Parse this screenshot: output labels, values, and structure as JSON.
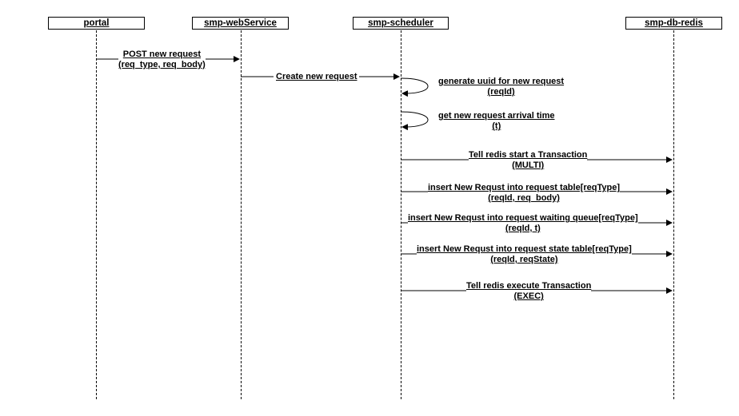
{
  "participants": {
    "portal": "portal",
    "web": "smp-webService",
    "scheduler": "smp-scheduler",
    "redis": "smp-db-redis"
  },
  "messages": {
    "post_request": {
      "line1": "POST new request",
      "line2": "(req_type, req_body)"
    },
    "create_request": {
      "line1": "Create new request"
    },
    "gen_uuid": {
      "line1": "generate uuid for new request",
      "line2": "(reqId)"
    },
    "arrival_time": {
      "line1": "get new request arrival time",
      "line2": "(t)"
    },
    "multi": {
      "line1": "Tell redis start a Transaction",
      "line2": "(MULTI)"
    },
    "insert_table": {
      "line1": "insert New Requst into request table[reqType]",
      "line2": "(reqId, req_body)"
    },
    "insert_queue": {
      "line1": "insert New Requst into request waiting queue[reqType]",
      "line2": "(reqId, t)"
    },
    "insert_state": {
      "line1": "insert New Requst into request state table[reqType]",
      "line2": "(reqId, reqState)"
    },
    "exec": {
      "line1": "Tell redis execute Transaction",
      "line2": "(EXEC)"
    }
  }
}
